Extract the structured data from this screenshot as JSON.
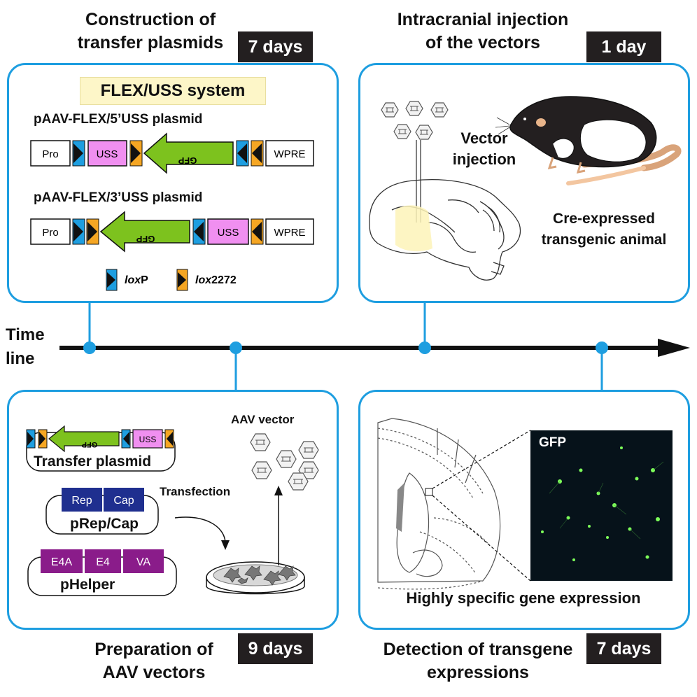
{
  "timeline": {
    "label_line1": "Time",
    "label_line2": "line"
  },
  "step1": {
    "title_line1": "Construction of",
    "title_line2": "transfer plasmids",
    "duration": "7 days",
    "system_label": "FLEX/USS system",
    "plasmid1_name": "pAAV-FLEX/5’USS plasmid",
    "plasmid2_name": "pAAV-FLEX/3’USS plasmid",
    "pro": "Pro",
    "uss": "USS",
    "gfp": "GFP",
    "wpre": "WPRE",
    "legend_loxp_italic": "lox",
    "legend_loxp_rest": "P",
    "legend_lox2272_italic": "lox",
    "legend_lox2272_rest": "2272"
  },
  "step2": {
    "title_line1": "Intracranial injection",
    "title_line2": "of the vectors",
    "duration": "1 day",
    "vector_label_line1": "Vector",
    "vector_label_line2": "injection",
    "animal_label_line1": "Cre-expressed",
    "animal_label_line2": "transgenic animal"
  },
  "step3": {
    "title_line1": "Preparation of",
    "title_line2": "AAV vectors",
    "duration": "9 days",
    "aav_label": "AAV vector",
    "transfer_plasmid": "Transfer plasmid",
    "gfp": "GFP",
    "uss": "USS",
    "rep": "Rep",
    "cap": "Cap",
    "prepcap": "pRep/Cap",
    "transfection": "Transfection",
    "e4a": "E4A",
    "e4": "E4",
    "va": "VA",
    "phelper": "pHelper"
  },
  "step4": {
    "title_line1": "Detection of transgene",
    "title_line2": "expressions",
    "duration": "7 days",
    "gfp_label": "GFP",
    "caption": "Highly specific gene expression"
  },
  "colors": {
    "blue": "#1e9ee0",
    "orange": "#f5a623",
    "green": "#7dc21e",
    "pink": "#f08ff0",
    "navy": "#1f2f8f",
    "purple": "#8a1c8a",
    "yellow": "#fdf6c8",
    "dark": "#231f20"
  }
}
